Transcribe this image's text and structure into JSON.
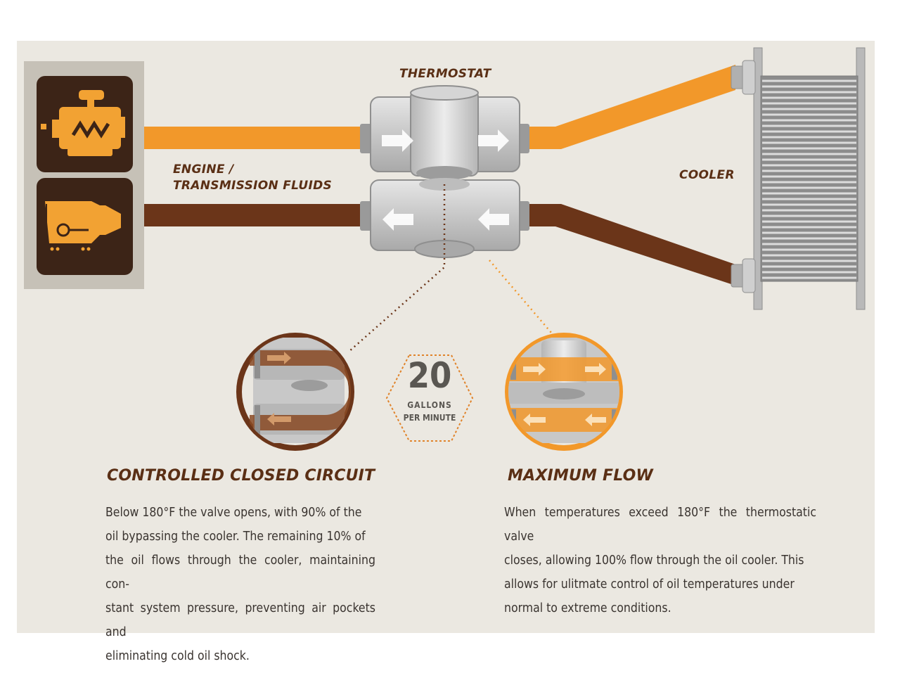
{
  "labels": {
    "thermostat": "THERMOSTAT",
    "cooler": "COOLER",
    "fluids_line1": "ENGINE /",
    "fluids_line2": "TRANSMISSION FLUIDS"
  },
  "flow_badge": {
    "value": "20",
    "unit_line1": "GALLONS",
    "unit_line2": "PER MINUTE"
  },
  "controlled": {
    "heading": "CONTROLLED CLOSED CIRCUIT",
    "lines": [
      "Below 180°F the valve opens, with 90% of the",
      "oil bypassing the cooler. The remaining 10% of",
      "the oil flows through the cooler, maintaining con-",
      "stant system pressure, preventing air pockets and",
      "eliminating cold oil shock."
    ]
  },
  "maximum": {
    "heading": "MAXIMUM FLOW",
    "lines": [
      "When temperatures exceed 180°F the thermostatic valve",
      "closes, allowing 100% flow through the oil cooler. This",
      "allows for ulitmate control of oil temperatures under",
      "normal to extreme conditions."
    ]
  },
  "colors": {
    "background": "#ebe8e1",
    "hot_line": "#f2982a",
    "cold_line": "#6b3519",
    "text_brown": "#5a2f15",
    "metal": "#c9c9c9"
  }
}
